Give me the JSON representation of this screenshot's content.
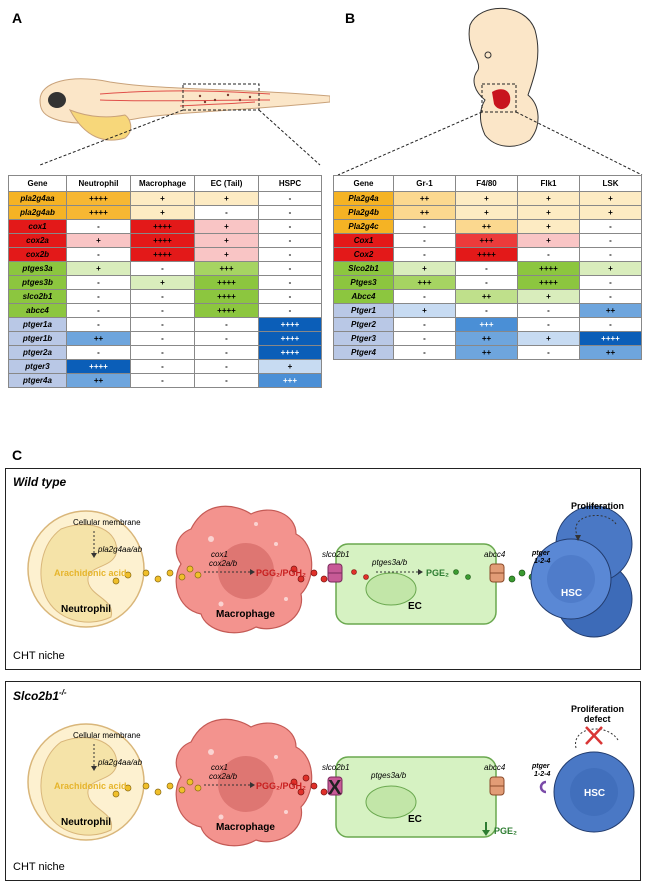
{
  "panel_labels": {
    "a": "A",
    "b": "B",
    "c": "C"
  },
  "table_a": {
    "headers": [
      "Gene",
      "Neutrophil",
      "Macrophage",
      "EC (Tail)",
      "HSPC"
    ],
    "rows": [
      {
        "gene": "pla2g4aa",
        "values": [
          "++++",
          "+",
          "+",
          "-"
        ],
        "group": "pla"
      },
      {
        "gene": "pla2g4ab",
        "values": [
          "++++",
          "+",
          "-",
          "-"
        ],
        "group": "pla"
      },
      {
        "gene": "cox1",
        "values": [
          "-",
          "++++",
          "+",
          "-"
        ],
        "group": "cox"
      },
      {
        "gene": "cox2a",
        "values": [
          "+",
          "++++",
          "+",
          "-"
        ],
        "group": "cox"
      },
      {
        "gene": "cox2b",
        "values": [
          "-",
          "++++",
          "+",
          "-"
        ],
        "group": "cox"
      },
      {
        "gene": "ptges3a",
        "values": [
          "+",
          "-",
          "+++",
          "-"
        ],
        "group": "pt"
      },
      {
        "gene": "ptges3b",
        "values": [
          "-",
          "+",
          "++++",
          "-"
        ],
        "group": "pt"
      },
      {
        "gene": "slco2b1",
        "values": [
          "-",
          "-",
          "++++",
          "-"
        ],
        "group": "pt"
      },
      {
        "gene": "abcc4",
        "values": [
          "-",
          "-",
          "++++",
          "-"
        ],
        "group": "pt"
      },
      {
        "gene": "ptger1a",
        "values": [
          "-",
          "-",
          "-",
          "++++"
        ],
        "group": "pg"
      },
      {
        "gene": "ptger1b",
        "values": [
          "++",
          "-",
          "-",
          "++++"
        ],
        "group": "pg"
      },
      {
        "gene": "ptger2a",
        "values": [
          "-",
          "-",
          "-",
          "++++"
        ],
        "group": "pg"
      },
      {
        "gene": "ptger3",
        "values": [
          "++++",
          "-",
          "-",
          "+"
        ],
        "group": "pg"
      },
      {
        "gene": "ptger4a",
        "values": [
          "++",
          "-",
          "-",
          "+++"
        ],
        "group": "pg"
      }
    ]
  },
  "table_b": {
    "headers": [
      "Gene",
      "Gr-1",
      "F4/80",
      "Flk1",
      "LSK"
    ],
    "rows": [
      {
        "gene": "Pla2g4a",
        "values": [
          "++",
          "+",
          "+",
          "+"
        ],
        "group": "pla"
      },
      {
        "gene": "Pla2g4b",
        "values": [
          "++",
          "+",
          "+",
          "+"
        ],
        "group": "pla"
      },
      {
        "gene": "Pla2g4c",
        "values": [
          "-",
          "++",
          "+",
          "-"
        ],
        "group": "pla"
      },
      {
        "gene": "Cox1",
        "values": [
          "-",
          "+++",
          "+",
          "-"
        ],
        "group": "cox"
      },
      {
        "gene": "Cox2",
        "values": [
          "-",
          "++++",
          "-",
          "-"
        ],
        "group": "cox"
      },
      {
        "gene": "Slco2b1",
        "values": [
          "+",
          "-",
          "++++",
          "+"
        ],
        "group": "pt"
      },
      {
        "gene": "Ptges3",
        "values": [
          "+++",
          "-",
          "++++",
          "-"
        ],
        "group": "pt"
      },
      {
        "gene": "Abcc4",
        "values": [
          "-",
          "++",
          "+",
          "-"
        ],
        "group": "pt"
      },
      {
        "gene": "Ptger1",
        "values": [
          "+",
          "-",
          "-",
          "++"
        ],
        "group": "pg"
      },
      {
        "gene": "Ptger2",
        "values": [
          "-",
          "+++",
          "-",
          "-"
        ],
        "group": "pg"
      },
      {
        "gene": "Ptger3",
        "values": [
          "-",
          "++",
          "+",
          "++++"
        ],
        "group": "pg"
      },
      {
        "gene": "Ptger4",
        "values": [
          "-",
          "++",
          "-",
          "++"
        ],
        "group": "pg"
      }
    ]
  },
  "colors": {
    "pla": {
      "gene": "#f5b324",
      "4": "#f7b733",
      "3": "#fbd07a",
      "2": "#fbd88f",
      "1": "#fdebc3",
      "0": "#ffffff"
    },
    "cox": {
      "gene": "#e31919",
      "4": "#e31919",
      "3": "#ec3b3b",
      "2": "#f38a8a",
      "1": "#f9c5c5",
      "0": "#ffffff"
    },
    "pt": {
      "gene": "#8cc63f",
      "4": "#8cc63f",
      "3": "#a6d462",
      "2": "#bfe08b",
      "1": "#d9edbc",
      "0": "#ffffff"
    },
    "pg": {
      "gene": "#b9c8e6",
      "4": "#0b5eb8",
      "3": "#4a8fd6",
      "2": "#6ea5dd",
      "1": "#c7dbf2",
      "0": "#ffffff"
    }
  },
  "panel_wt": {
    "title": "Wild type",
    "niche": "CHT niche",
    "cellular_membrane": "Cellular membrane",
    "pla_enzyme": "pla2g4aa/ab",
    "arachidonic": "Arachidonic acid",
    "neutrophil": "Neutrophil",
    "cox": "cox1",
    "cox2": "cox2a/b",
    "pgg": "PGG₂/PGH₂",
    "macrophage": "Macrophage",
    "slco": "slco2b1",
    "ptges": "ptges3a/b",
    "pge": "PGE₂",
    "abcc": "abcc4",
    "ec": "EC",
    "ptger1": "ptger",
    "ptger2": "1-2-4",
    "proliferation": "Proliferation",
    "hsc": "HSC"
  },
  "panel_ko": {
    "title": "Slco2b1",
    "title_sup": "-/-",
    "niche": "CHT niche",
    "cellular_membrane": "Cellular membrane",
    "pla_enzyme": "pla2g4aa/ab",
    "arachidonic": "Arachidonic acid",
    "neutrophil": "Neutrophil",
    "cox": "cox1",
    "cox2": "cox2a/b",
    "pgg": "PGG₂/PGH₂",
    "macrophage": "Macrophage",
    "slco": "slco2b1",
    "ptges": "ptges3a/b",
    "pge": "PGE₂",
    "abcc": "abcc4",
    "ec": "EC",
    "ptger1": "ptger",
    "ptger2": "1-2-4",
    "proliferation1": "Proliferation",
    "proliferation2": "defect",
    "hsc": "HSC"
  }
}
